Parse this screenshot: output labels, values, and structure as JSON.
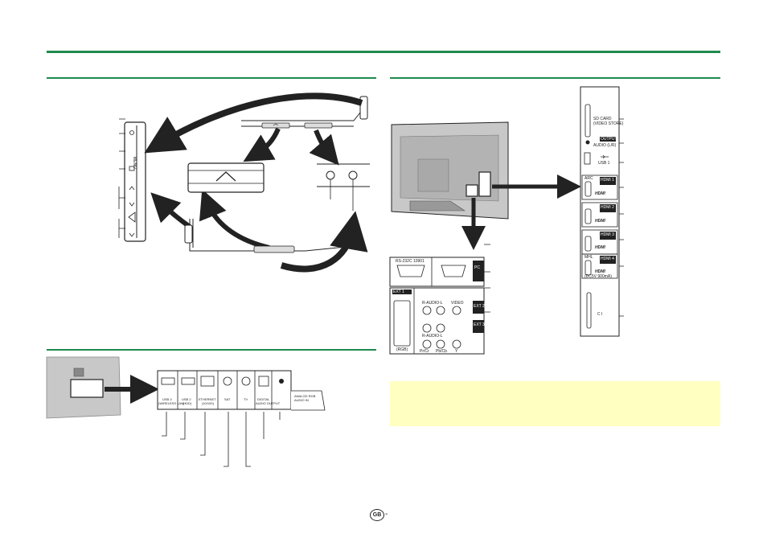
{
  "labels": {
    "side_panel": {
      "sd_card": "SD CARD",
      "video_store": "(VIDEO STORE)",
      "output": "OUTPUT",
      "audio_lr": "AUDIO (L/R)",
      "usb1": "USB 1",
      "arc": "ARC",
      "hdmi1": "HDMI 1",
      "hdmi2": "HDMI 2",
      "hdmi3": "HDMI 3",
      "mhl": "MHL",
      "hdmi4": "HDMI 4",
      "hdmi4_power": "(DC5V 900mA)",
      "hdmi_logo": "HDMI",
      "ci": "C I"
    },
    "rear_panel": {
      "rs232c": "RS-232C 10901",
      "pc": "PC",
      "ext1": "EXT 1",
      "rgb": "(RGB)",
      "video": "VIDEO",
      "r_audio_l": "R-AUDIO-L",
      "ext2": "EXT 2",
      "ext3": "EXT 3",
      "pr_cr": "Pr/Cr",
      "pb_cb": "Pb/Cb",
      "y": "Y"
    },
    "bottom_panel": {
      "usb3": "USB 3",
      "usb3_sub": "(WIRELESS LAN)",
      "usb2": "USB 2",
      "usb2_sub": "(HDD)",
      "ethernet": "ETHERNET",
      "ethernet_sub": "(10/100)",
      "sat": "SAT",
      "tv": "TV",
      "digital": "DIGITAL",
      "audio_output": "AUDIO OUTPUT",
      "analog_rgb": "ANALOG RGB",
      "audio_in": "AUDIO IN"
    },
    "side_buttons": {
      "menu": "MENU"
    },
    "page_badge": "GB",
    "page_dash": "-"
  },
  "colors": {
    "rule_green": "#1f8a4c",
    "note_fill": "#ffffc2",
    "ink": "#222222",
    "tv_grey": "#c8c8c8"
  },
  "icons": [
    "power-icon",
    "input-icon",
    "channel-up-down-icon",
    "volume-up-down-icon",
    "arrow-icon",
    "usb-icon",
    "hdmi-logo-icon"
  ]
}
